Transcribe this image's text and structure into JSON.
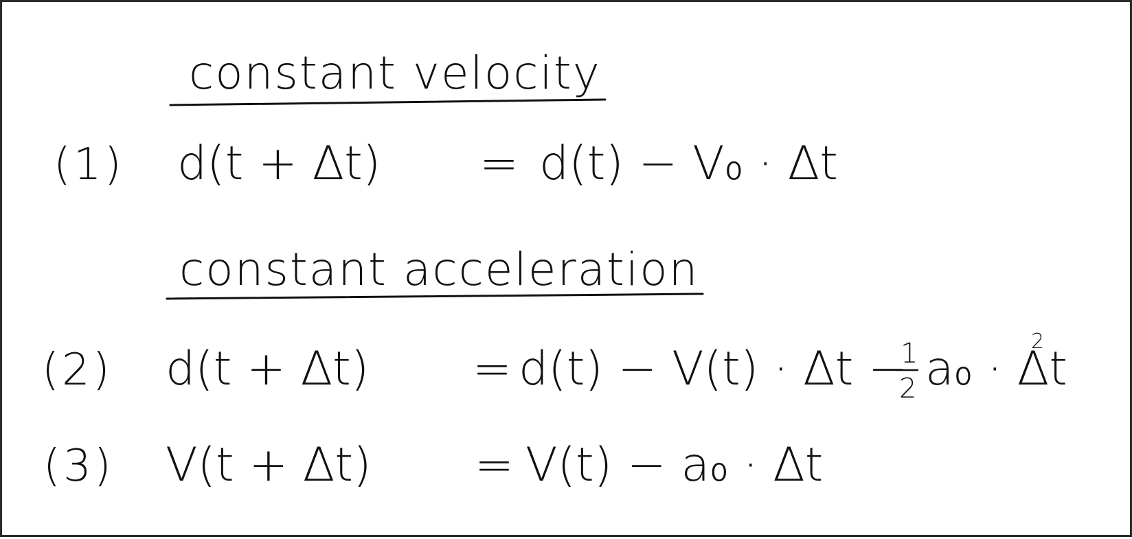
{
  "headings": {
    "constant_velocity": "constant velocity",
    "constant_acceleration": "constant acceleration"
  },
  "equations": [
    {
      "number": "(1)",
      "lhs": "d(t + Δt)",
      "equals": "=",
      "rhs": "d(t)  −  V₀ · Δt"
    },
    {
      "number": "(2)",
      "lhs": "d(t + Δt)",
      "equals": "=",
      "rhs_main": "d(t) − V(t) · Δt −",
      "frac_num": "1",
      "frac_den": "2",
      "rhs_tail": "a₀ · Δt",
      "rhs_exp": "2"
    },
    {
      "number": "(3)",
      "lhs": "V(t + Δt)",
      "equals": "=",
      "rhs": "V(t)  −  a₀ · Δt"
    }
  ]
}
